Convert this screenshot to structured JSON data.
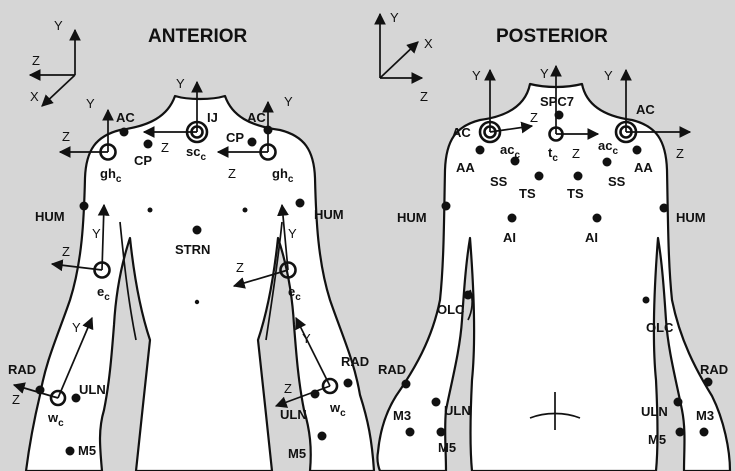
{
  "headings": {
    "anterior": "ANTERIOR",
    "posterior": "POSTERIOR"
  },
  "axes": {
    "x": "X",
    "y": "Y",
    "z": "Z"
  },
  "anterior": {
    "landmarks": {
      "ij": "IJ",
      "ac_left": "AC",
      "ac_right": "AC",
      "cp_left": "CP",
      "cp_right": "CP",
      "hum_left": "HUM",
      "hum_right": "HUM",
      "strn": "STRN",
      "rad_left": "RAD",
      "rad_right": "RAD",
      "uln_left": "ULN",
      "uln_right": "ULN",
      "m5_left": "M5",
      "m5_right": "M5"
    },
    "joint_centers": {
      "sc": {
        "base": "sc",
        "sub": "c"
      },
      "gh_left": {
        "base": "gh",
        "sub": "c"
      },
      "gh_right": {
        "base": "gh",
        "sub": "c"
      },
      "e_left": {
        "base": "e",
        "sub": "c"
      },
      "e_right": {
        "base": "e",
        "sub": "c"
      },
      "w_left": {
        "base": "w",
        "sub": "c"
      },
      "w_right": {
        "base": "w",
        "sub": "c"
      }
    }
  },
  "posterior": {
    "landmarks": {
      "c7": "SPC7",
      "ac_left": "AC",
      "ac_right": "AC",
      "aa_left": "AA",
      "aa_right": "AA",
      "ss_left": "SS",
      "ss_right": "SS",
      "ts_left": "TS",
      "ts_right": "TS",
      "ai_left": "AI",
      "ai_right": "AI",
      "hum_left": "HUM",
      "hum_right": "HUM",
      "olc_left": "OLC",
      "olc_right": "OLC",
      "rad_left": "RAD",
      "rad_right": "RAD",
      "uln_left": "ULN",
      "uln_right": "ULN",
      "m3_left": "M3",
      "m3_right": "M3",
      "m5_left": "M5",
      "m5_right": "M5"
    },
    "joint_centers": {
      "ac_left": {
        "base": "ac",
        "sub": "c"
      },
      "ac_right": {
        "base": "ac",
        "sub": "c"
      },
      "t": {
        "base": "t",
        "sub": "c"
      }
    }
  }
}
